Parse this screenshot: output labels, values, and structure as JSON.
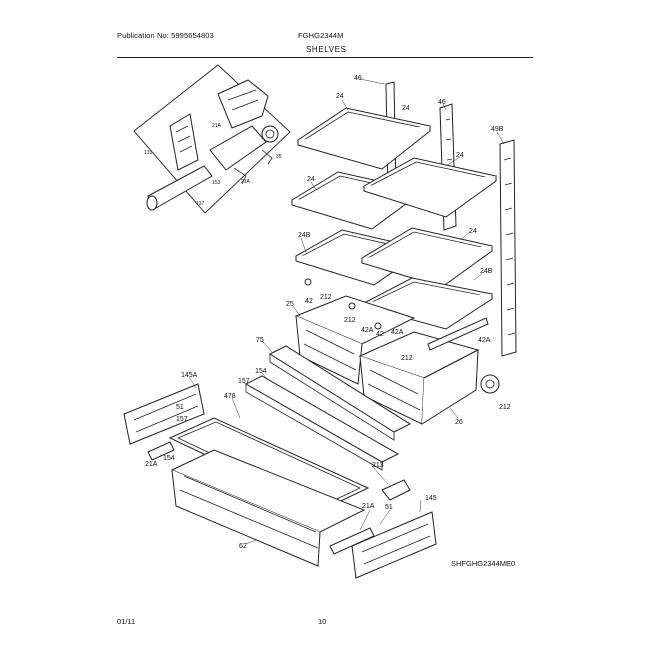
{
  "header": {
    "publication": "Publication No: 5995654803",
    "model": "FGHG2344M",
    "section": "SHELVES"
  },
  "footer": {
    "date": "01/11",
    "page": "10"
  },
  "diagram_code": "SHFGHG2344ME0",
  "callouts": {
    "c46": "46",
    "c46b": "46",
    "c24a": "24",
    "c24b": "24",
    "c24c": "24",
    "c24d": "24",
    "c24e": "24",
    "c49b": "49B",
    "c24b1": "24B",
    "c24b2": "24B",
    "c42a": "42",
    "c212a": "212",
    "c25": "25",
    "c212b": "212",
    "c42b": "42A",
    "c42c": "42",
    "c42d": "42A",
    "c212c": "212",
    "c42e": "42A",
    "c212d": "212",
    "c75": "75",
    "c26": "26",
    "c145a": "145A",
    "c157a": "157",
    "c154a": "154",
    "c478": "478",
    "c51a": "51",
    "c157b": "157",
    "c21aa": "21A",
    "c154b": "154",
    "c213": "213",
    "c62": "62",
    "c21ab": "21A",
    "c51b": "51",
    "c145": "145",
    "c131": "131",
    "c21ac": "21A",
    "c21ad": "21A",
    "c153": "153",
    "c137": "137",
    "c35": "35"
  }
}
